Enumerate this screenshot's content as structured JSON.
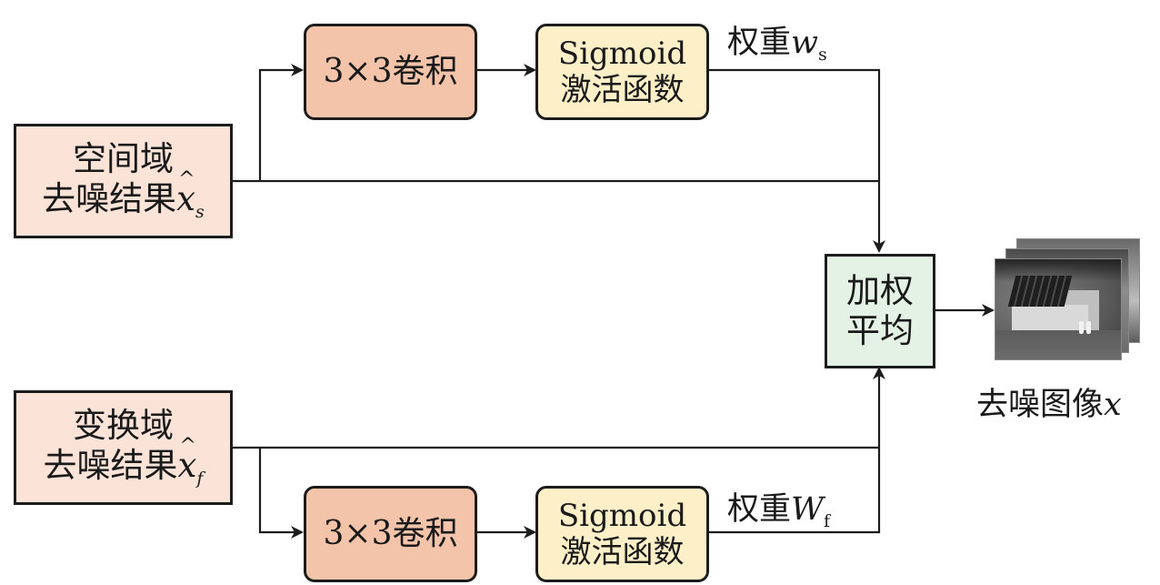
{
  "input_spatial": {
    "line1": "空间域",
    "line2": "去噪结果",
    "var": "x",
    "hat": "^",
    "sub": "s"
  },
  "input_transform": {
    "line1": "变换域",
    "line2": "去噪结果",
    "var": "x",
    "hat": "^",
    "sub": "f"
  },
  "conv_top": {
    "label": "3×3卷积"
  },
  "conv_bottom": {
    "label": "3×3卷积"
  },
  "sigmoid_top": {
    "line1": "Sigmoid",
    "line2": "激活函数"
  },
  "sigmoid_bottom": {
    "line1": "Sigmoid",
    "line2": "激活函数"
  },
  "weight_top": {
    "text": "权重",
    "var": "w",
    "sub": "s"
  },
  "weight_bottom": {
    "text": "权重",
    "var": "W",
    "sub": "f"
  },
  "weighted_average": {
    "line1": "加权",
    "line2": "平均"
  },
  "output": {
    "text": "去噪图像",
    "var": "x"
  },
  "colors": {
    "input_fill": "#fbe3d8",
    "conv_fill": "#f3c4a9",
    "sigmoid_fill": "#fdf0c9",
    "average_fill": "#e4f1e5",
    "line": "#1c1c1c"
  },
  "icons": {
    "output_image": "thermal-image-stack-icon"
  }
}
